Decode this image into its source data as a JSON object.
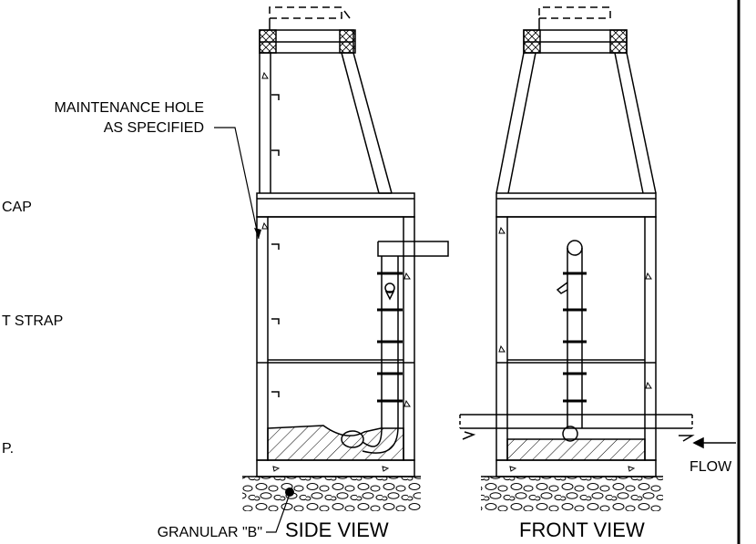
{
  "labels": {
    "maintenance_hole_line1": "MAINTENANCE HOLE",
    "maintenance_hole_line2": "AS SPECIFIED",
    "cap_fragment": "CAP",
    "strap_fragment": "T STRAP",
    "period_fragment": "P.",
    "granular": "GRANULAR \"B\"",
    "flow": "FLOW"
  },
  "views": {
    "side": "SIDE VIEW",
    "front": "FRONT VIEW"
  },
  "colors": {
    "line": "#000000",
    "background": "#ffffff"
  }
}
